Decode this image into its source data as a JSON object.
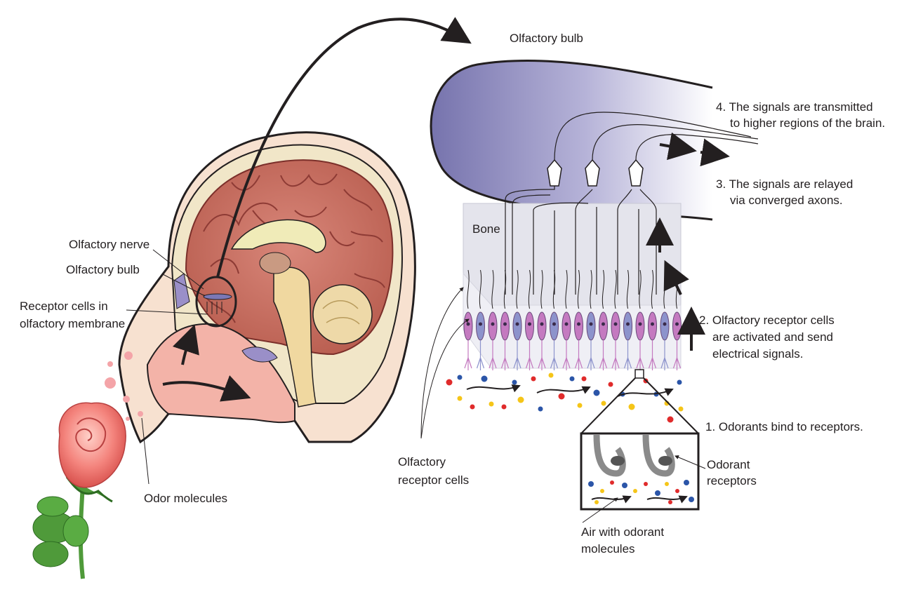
{
  "labels": {
    "olfactory_bulb_top": "Olfactory bulb",
    "step4_line1": "4. The signals are transmitted",
    "step4_line2": "to higher regions of the brain.",
    "step3_line1": "3. The signals are relayed",
    "step3_line2": "via converged axons.",
    "bone": "Bone",
    "step2_line1": "2. Olfactory receptor cells",
    "step2_line2": "are activated and send",
    "step2_line3": "electrical signals.",
    "step1": "1. Odorants bind to receptors.",
    "odorant_receptors_line1": "Odorant",
    "odorant_receptors_line2": "receptors",
    "air_line1": "Air with odorant",
    "air_line2": "molecules",
    "receptor_cells_line1": "Olfactory",
    "receptor_cells_line2": "receptor cells",
    "olfactory_nerve": "Olfactory nerve",
    "olfactory_bulb_left": "Olfactory bulb",
    "receptor_membrane_line1": "Receptor cells in",
    "receptor_membrane_line2": "olfactory membrane",
    "odor_molecules": "Odor molecules"
  },
  "colors": {
    "bulb_dark": "#7a76b0",
    "bulb_light": "#ffffff",
    "brain": "#c46a5a",
    "brain_fold": "#8e3b35",
    "skin": "#f7d9c4",
    "nasal": "#f0b2a8",
    "cerebellum": "#eed9a8",
    "rose": "#f07b7b",
    "leaf": "#4f9a3a",
    "cell_purple": "#c47ac0",
    "cell_blue": "#8d93cc",
    "molecule_red": "#e02b2b",
    "molecule_blue": "#2b55a8",
    "molecule_yellow": "#f5c518"
  }
}
